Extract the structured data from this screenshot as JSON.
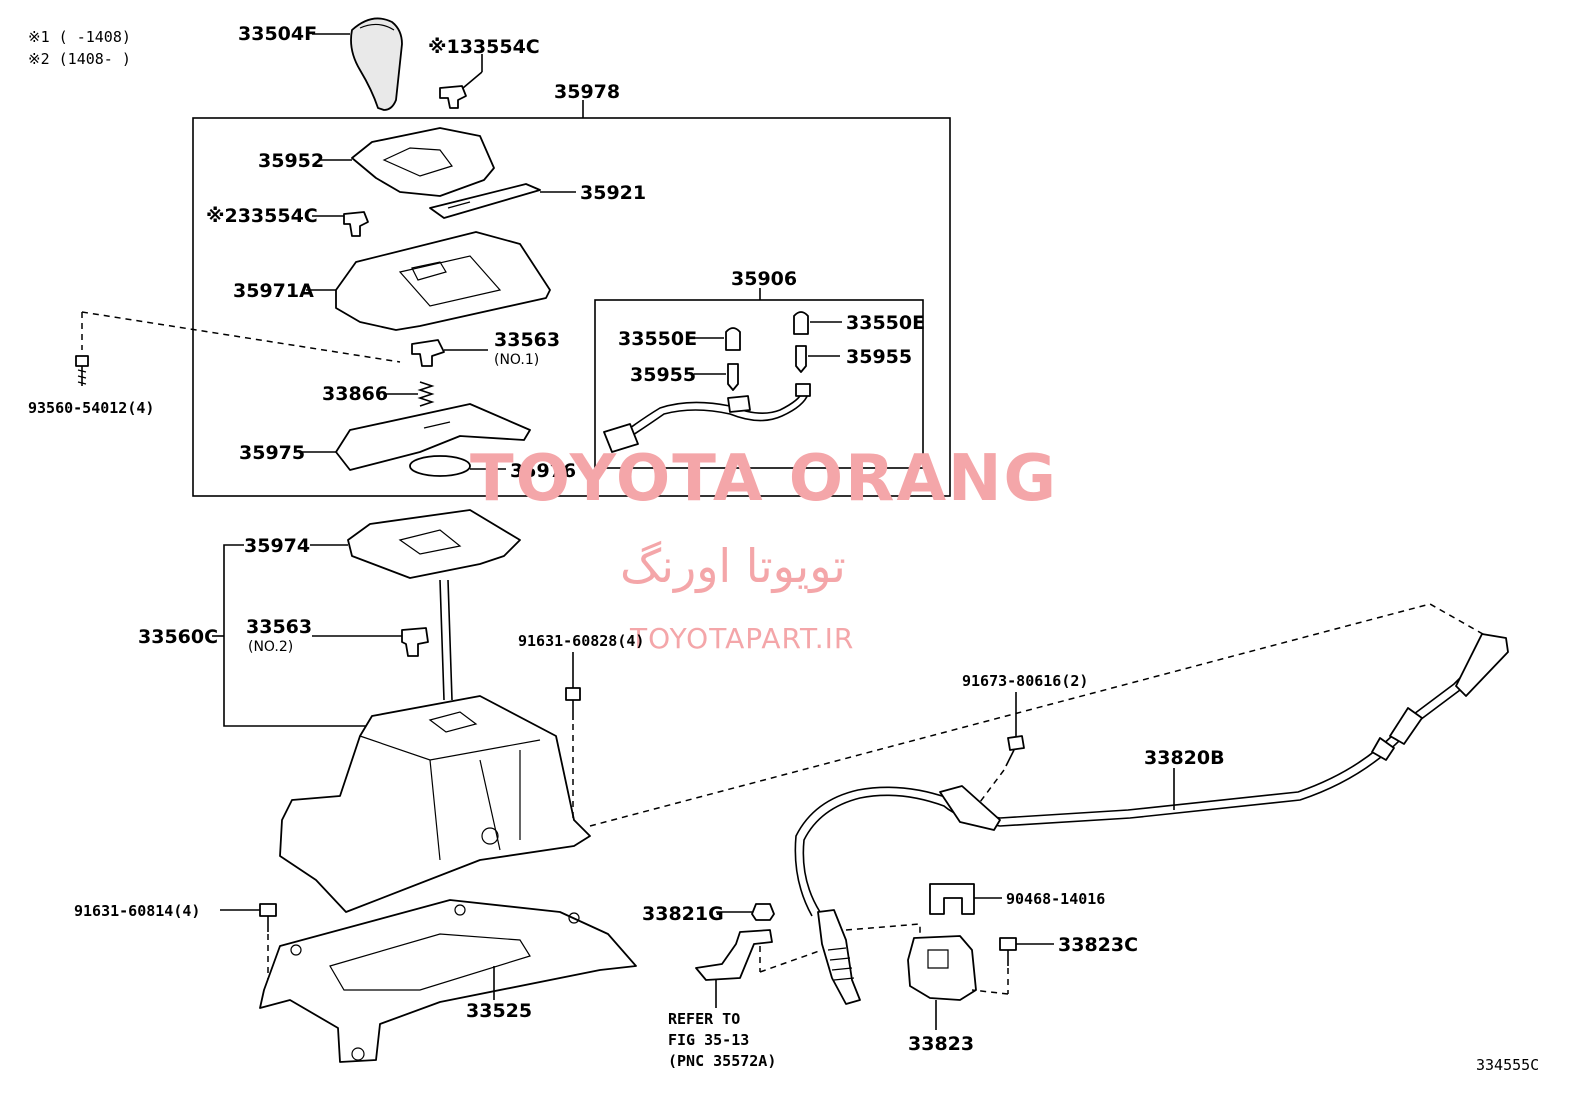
{
  "notes": {
    "n1": "※1 (     -1408)",
    "n2": "※2 (1408-     )"
  },
  "parts": {
    "p33504F": "33504F",
    "p33554C_1": "※133554C",
    "p35978": "35978",
    "p35952": "35952",
    "p35921": "35921",
    "p33554C_2": "※233554C",
    "p35971A": "35971A",
    "p35906": "35906",
    "p33550E_a": "33550E",
    "p33550E_b": "33550E",
    "p35955_a": "35955",
    "p35955_b": "35955",
    "p33563_1": "33563",
    "p33563_1_sub": "(NO.1)",
    "p93560": "93560-54012(4)",
    "p33866": "33866",
    "p35975": "35975",
    "p35976": "35976",
    "p35974": "35974",
    "p33560C": "33560C",
    "p33563_2": "33563",
    "p33563_2_sub": "(NO.2)",
    "p91631_828": "91631-60828(4)",
    "p91673": "91673-80616(2)",
    "p33820B": "33820B",
    "p91631_814": "91631-60814(4)",
    "p33821G": "33821G",
    "p90468": "90468-14016",
    "p33823C": "33823C",
    "p33525": "33525",
    "p33823": "33823",
    "ref1": "REFER TO",
    "ref2": "FIG 35-13",
    "ref3": "(PNC 35572A)",
    "figno": "334555C"
  },
  "watermark": {
    "brand": "TOYOTA ORANG",
    "persian": "تویوتا اورنگ",
    "site": "TOYOTAPART.IR"
  }
}
